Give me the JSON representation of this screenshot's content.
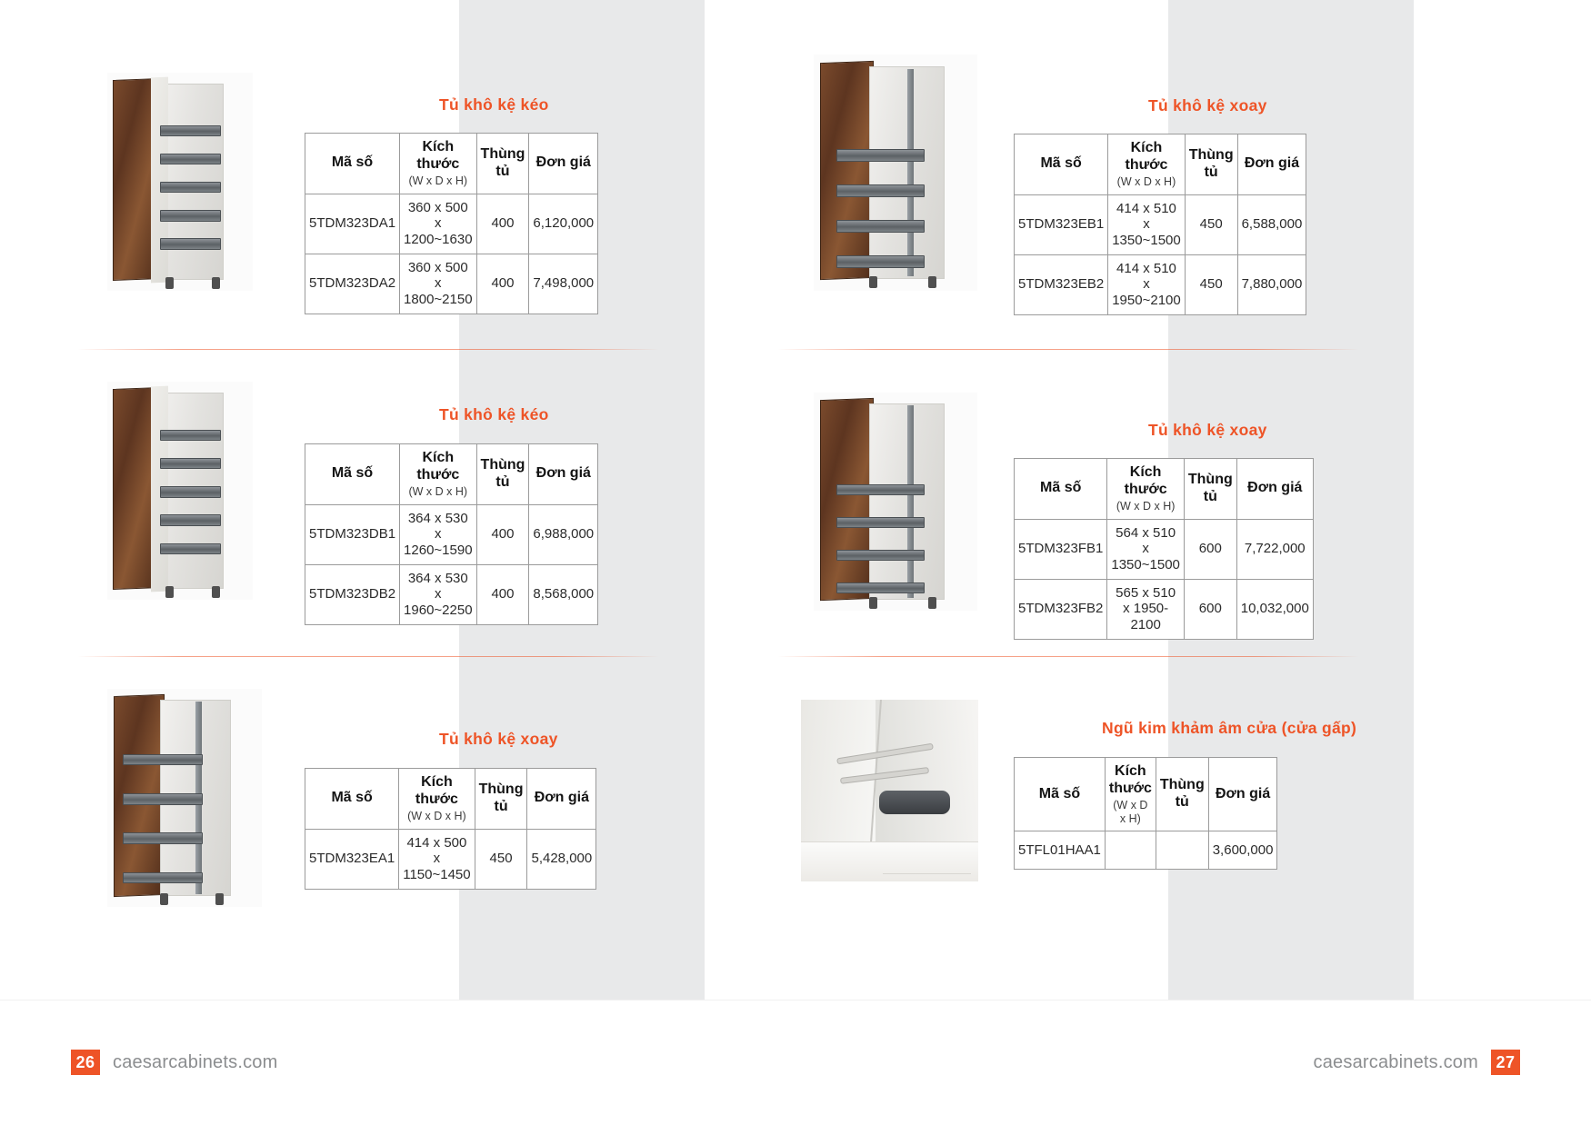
{
  "columns": {
    "code": "Mã số",
    "size": "Kích thước",
    "size_sub": "(W x D x H)",
    "box": "Thùng tủ",
    "price": "Đơn giá"
  },
  "accent_color": "#ee5427",
  "left_page": {
    "page_number": "26",
    "site": "caesarcabinets.com",
    "blocks": [
      {
        "title": "Tủ khô kệ kéo",
        "photo_name": "pull-out-pantry-cabinet-photo",
        "rows": [
          {
            "code": "5TDM323DA1",
            "size1": "360 x 500",
            "size2": "x 1200~1630",
            "box": "400",
            "price": "6,120,000"
          },
          {
            "code": "5TDM323DA2",
            "size1": "360 x 500",
            "size2": "x 1800~2150",
            "box": "400",
            "price": "7,498,000"
          }
        ]
      },
      {
        "title": "Tủ khô kệ kéo",
        "photo_name": "pull-out-pantry-cabinet-photo",
        "rows": [
          {
            "code": "5TDM323DB1",
            "size1": "364 x 530",
            "size2": "x 1260~1590",
            "box": "400",
            "price": "6,988,000"
          },
          {
            "code": "5TDM323DB2",
            "size1": "364 x 530",
            "size2": "x 1960~2250",
            "box": "400",
            "price": "8,568,000"
          }
        ]
      },
      {
        "title": "Tủ khô kệ xoay",
        "photo_name": "swivel-pantry-cabinet-photo",
        "rows": [
          {
            "code": "5TDM323EA1",
            "size1": "414 x 500",
            "size2": "x 1150~1450",
            "box": "450",
            "price": "5,428,000"
          }
        ]
      }
    ]
  },
  "right_page": {
    "page_number": "27",
    "site": "caesarcabinets.com",
    "blocks": [
      {
        "title": "Tủ khô kệ xoay",
        "photo_name": "swivel-pantry-cabinet-photo",
        "rows": [
          {
            "code": "5TDM323EB1",
            "size1": "414 x 510",
            "size2": "x 1350~1500",
            "box": "450",
            "price": "6,588,000"
          },
          {
            "code": "5TDM323EB2",
            "size1": "414 x 510",
            "size2": "x 1950~2100",
            "box": "450",
            "price": "7,880,000"
          }
        ]
      },
      {
        "title": "Tủ khô kệ xoay",
        "photo_name": "swivel-pantry-cabinet-photo",
        "rows": [
          {
            "code": "5TDM323FB1",
            "size1": "564 x 510",
            "size2": "x 1350~1500",
            "box": "600",
            "price": "7,722,000"
          },
          {
            "code": "5TDM323FB2",
            "size1": "565 x 510",
            "size2": "x 1950- 2100",
            "box": "600",
            "price": "10,032,000"
          }
        ]
      },
      {
        "title": "Ngũ kim khảm âm cửa (cửa gấp)",
        "photo_name": "concealed-folding-door-hardware-photo",
        "rows": [
          {
            "code": "5TFL01HAA1",
            "size1": "",
            "size2": "",
            "box": "",
            "price": "3,600,000"
          }
        ]
      }
    ]
  }
}
